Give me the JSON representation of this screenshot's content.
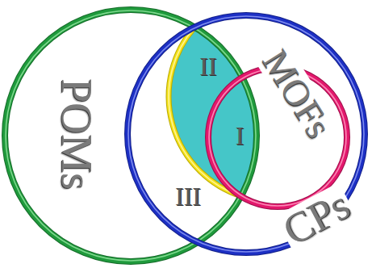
{
  "diagram": {
    "nodes": [
      {
        "text": [
          "POMs"
        ]
      },
      {
        "text": [
          "CPs"
        ]
      },
      {
        "text": [
          "MOFs"
        ],
        "in": 1
      }
    ],
    "labels": [
      "II",
      "I",
      "III"
    ]
  }
}
